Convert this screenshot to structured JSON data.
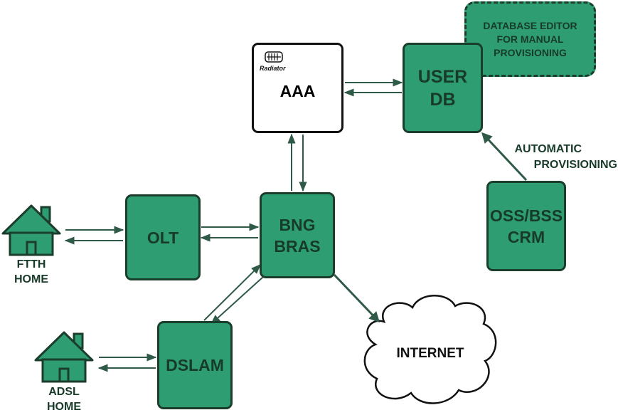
{
  "nodes": {
    "aaa": {
      "logo_text": "Radiator",
      "label": "AAA"
    },
    "user_db": {
      "line1": "USER",
      "line2": "DB"
    },
    "db_editor": {
      "line1": "DATABASE EDITOR",
      "line2": "FOR MANUAL",
      "line3": "PROVISIONING"
    },
    "oss_bss": {
      "line1": "OSS/BSS",
      "line2": "CRM"
    },
    "olt": {
      "label": "OLT"
    },
    "bng": {
      "line1": "BNG",
      "line2": "BRAS"
    },
    "dslam": {
      "label": "DSLAM"
    },
    "internet": {
      "label": "INTERNET"
    }
  },
  "labels": {
    "automatic": {
      "line1": "AUTOMATIC",
      "line2": "PROVISIONING"
    },
    "ftth_home": {
      "line1": "FTTH",
      "line2": "HOME"
    },
    "adsl_home": {
      "line1": "ADSL",
      "line2": "HOME"
    }
  },
  "colors": {
    "node_fill": "#2e9e72",
    "node_border": "#1a3d2c",
    "arrow": "#2f5a48",
    "text": "#173a29"
  }
}
